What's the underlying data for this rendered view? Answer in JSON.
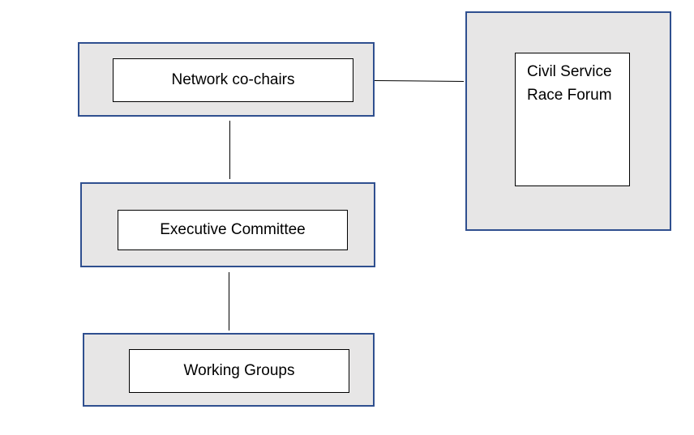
{
  "diagram": {
    "nodes": {
      "network_cochairs": {
        "label": "Network co-chairs"
      },
      "executive_committee": {
        "label": "Executive Committee"
      },
      "working_groups": {
        "label": "Working Groups"
      },
      "race_forum": {
        "label": "Civil Service\nRace Forum"
      }
    },
    "colors": {
      "frame_fill": "#e7e6e6",
      "frame_border": "#2f4f8f",
      "box_fill": "#ffffff",
      "line": "#000000"
    },
    "edges": [
      {
        "from": "network_cochairs",
        "to": "executive_committee"
      },
      {
        "from": "executive_committee",
        "to": "working_groups"
      },
      {
        "from": "network_cochairs",
        "to": "race_forum"
      }
    ]
  }
}
